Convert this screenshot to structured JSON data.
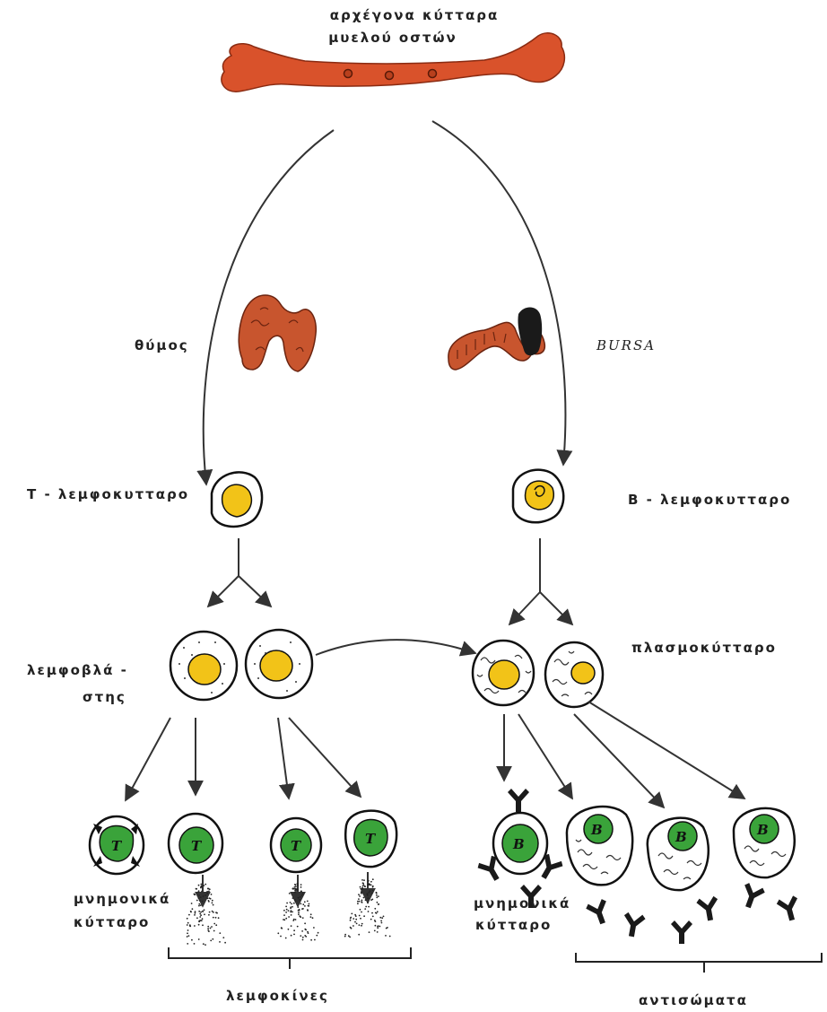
{
  "colors": {
    "bone": "#d9522b",
    "organ": "#c8552e",
    "nucleus_yellow": "#f2c318",
    "nucleus_green": "#3aa33a",
    "ink": "#222222"
  },
  "labels": {
    "stem_line1": "αρχέγονα κύτταρα",
    "stem_line2": "μυελού οστών",
    "thymus": "θύμος",
    "bursa": "BURSA",
    "t_lymphocyte": "Τ - λεμφοκυτταρο",
    "b_lymphocyte": "Β  - λεμφοκυτταρο",
    "lymphoblast_line1": "λεμφοβλά -",
    "lymphoblast_line2": "στης",
    "plasma_cell": "πλασμοκύτταρο",
    "memory_t_line1": "μνημονικά",
    "memory_t_line2": "κύτταρο",
    "memory_b_line1": "μνημονικά",
    "memory_b_line2": "κύτταρο",
    "lymphokines": "λεμφοκίνες",
    "antibodies": "αντισώματα"
  },
  "cell_letters": {
    "t": "T",
    "b": "B"
  },
  "icons": [
    "bone-icon",
    "thymus-icon",
    "bursa-icon",
    "antibody-icon"
  ]
}
